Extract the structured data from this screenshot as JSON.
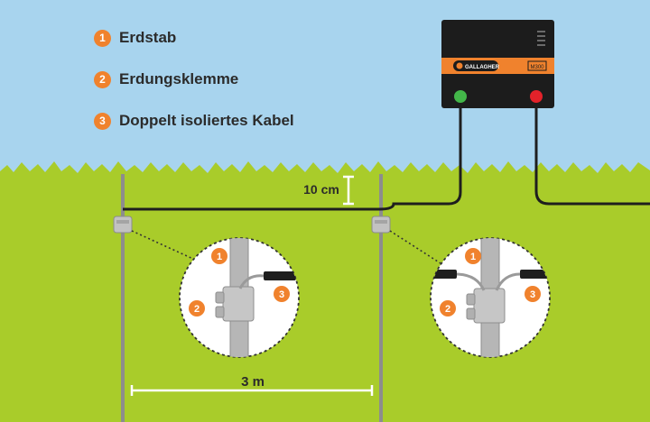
{
  "legend": {
    "items": [
      {
        "number": "1",
        "label": "Erdstab"
      },
      {
        "number": "2",
        "label": "Erdungsklemme"
      },
      {
        "number": "3",
        "label": "Doppelt isoliertes Kabel"
      }
    ]
  },
  "device": {
    "brand": "GALLAGHER",
    "model": "M300"
  },
  "dimensions": {
    "height_label": "10 cm",
    "spacing_label": "3 m"
  },
  "detail_left": {
    "callouts": [
      "1",
      "2",
      "3"
    ]
  },
  "detail_right": {
    "callouts": [
      "1",
      "2",
      "3"
    ]
  },
  "colors": {
    "sky": "#a8d4ee",
    "grass": "#a9cc2a",
    "accent_orange": "#f0822d",
    "device_body": "#1c1c1c",
    "terminal_green": "#43b649",
    "terminal_red": "#e3222a",
    "cable": "#1e1e1e"
  }
}
